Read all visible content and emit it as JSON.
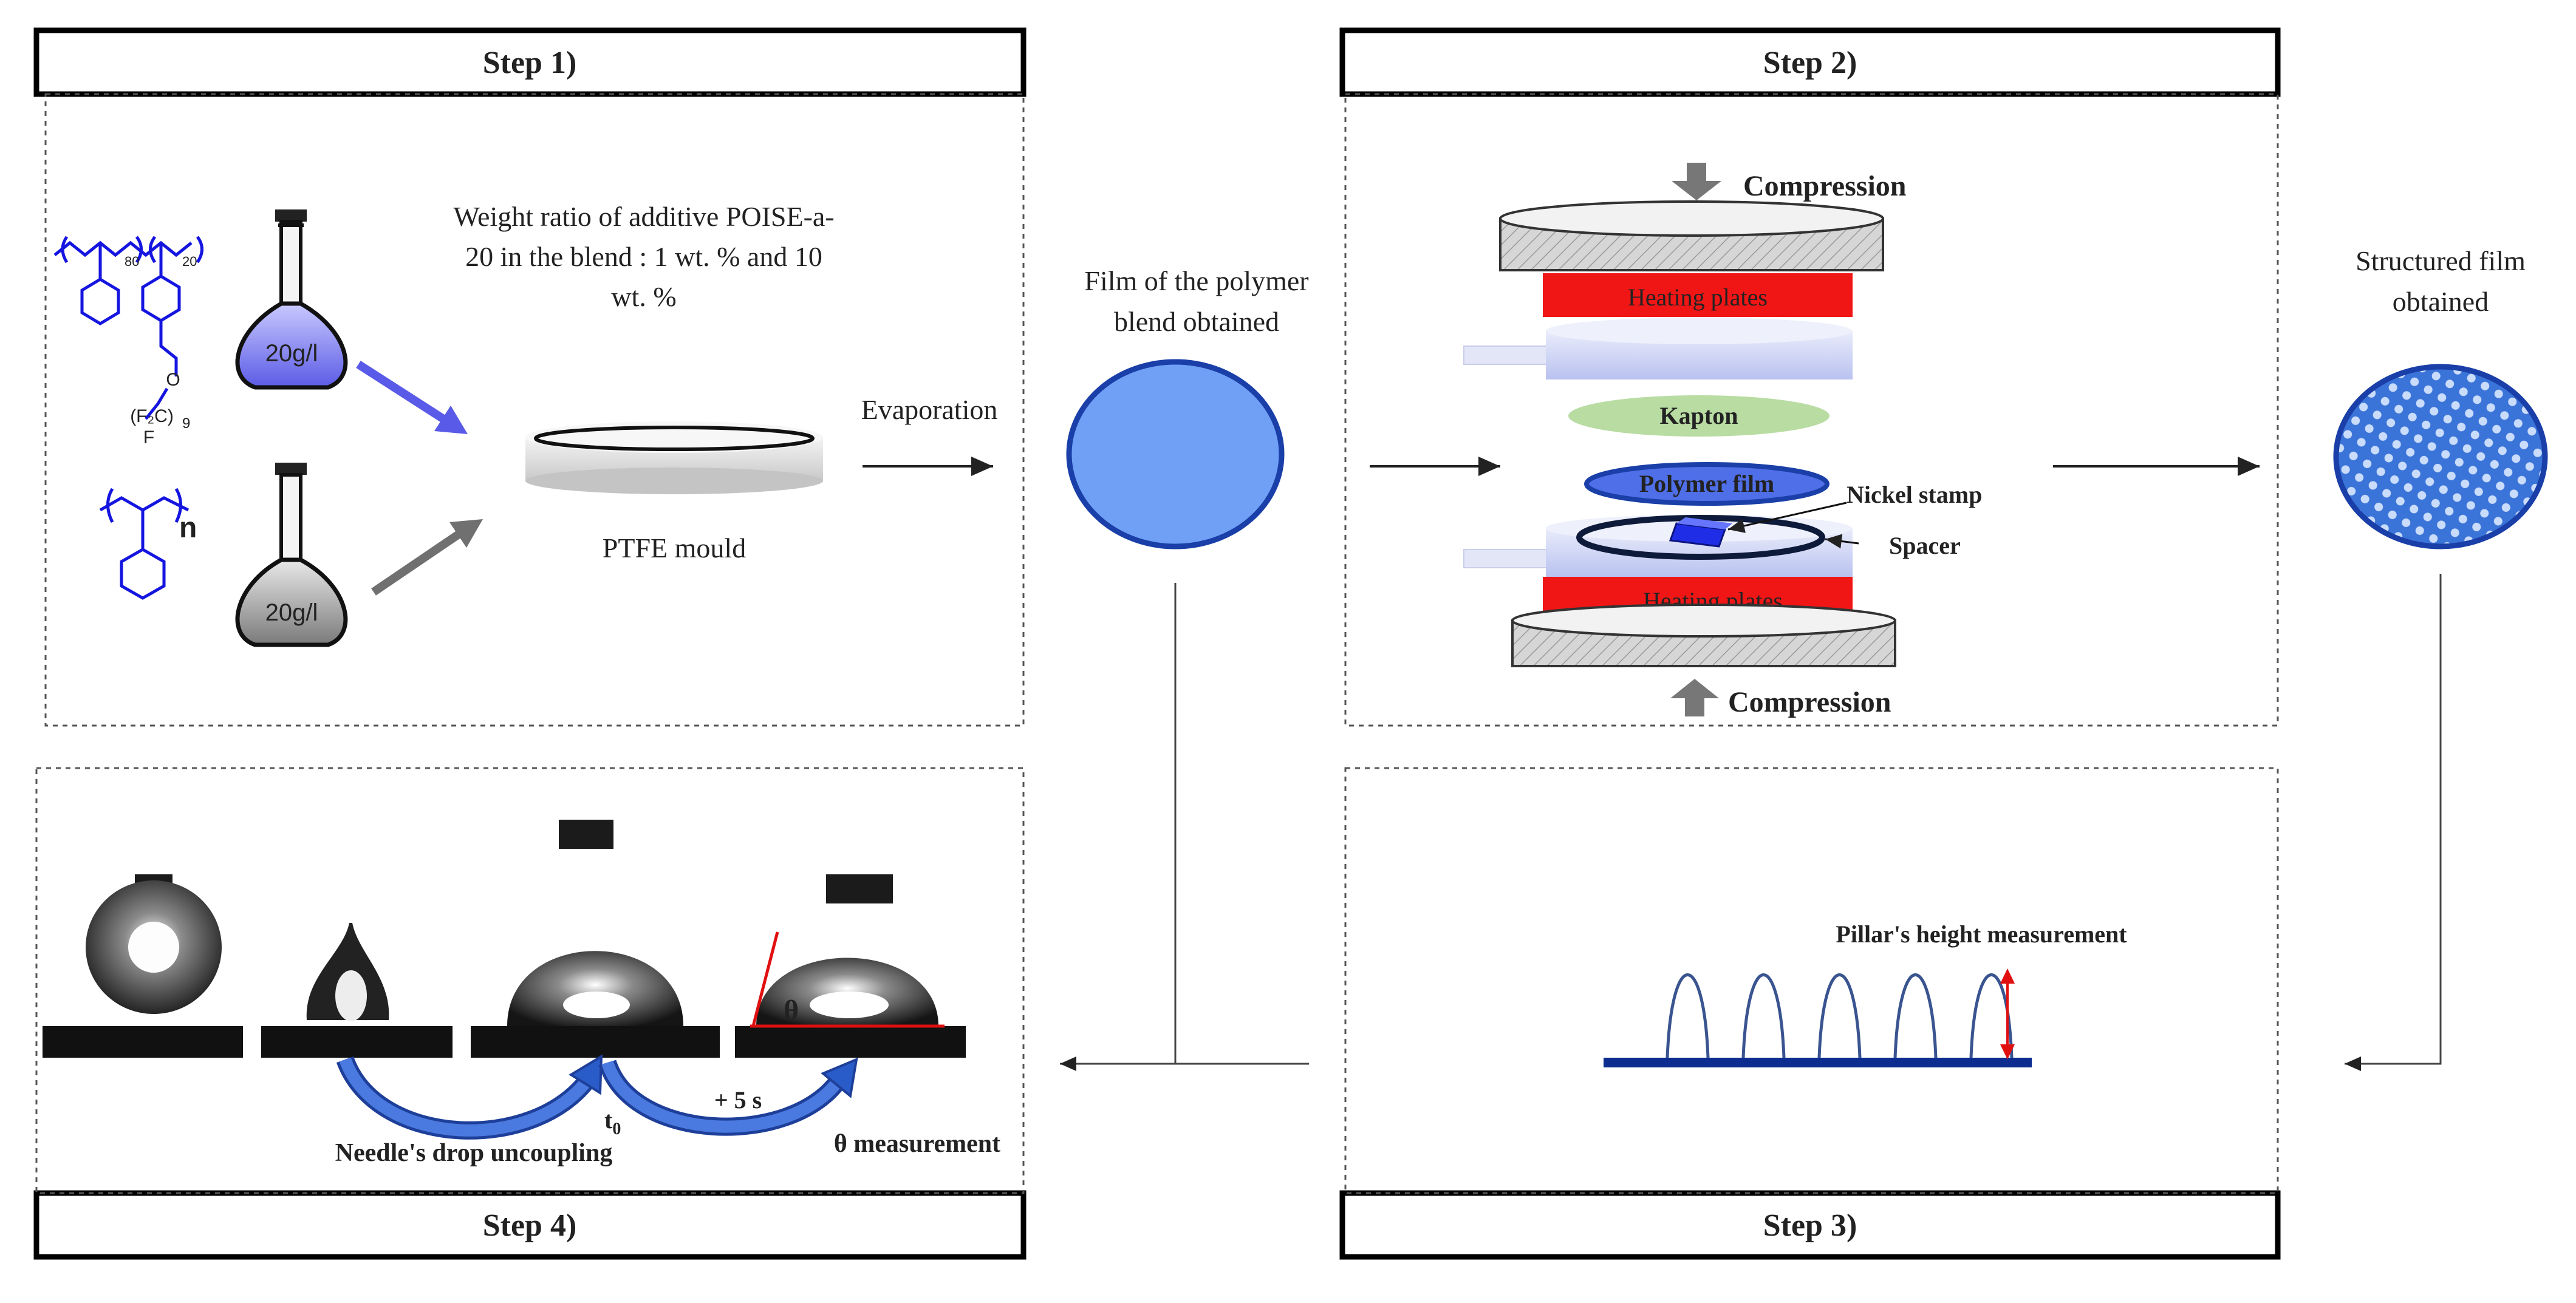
{
  "steps": {
    "step1": "Step 1)",
    "step2": "Step 2)",
    "step3": "Step 3)",
    "step4": "Step 4)"
  },
  "step1": {
    "ratio_line1": "Weight ratio of additive POISE-a-",
    "ratio_line2": "20 in the blend : 1 wt. % and 10",
    "ratio_line3": "wt. %",
    "flask1": "20g/l",
    "flask2": "20g/l",
    "mould": "PTFE mould",
    "evaporation": "Evaporation",
    "sub80": "80",
    "sub20": "20",
    "f2c": "(F₂C)",
    "sub9": "9",
    "f": "F",
    "n": "n"
  },
  "film": {
    "line1": "Film of the polymer",
    "line2": "blend obtained"
  },
  "step2": {
    "compression_top": "Compression",
    "compression_bottom": "Compression",
    "heating_top": "Heating plates",
    "heating_bottom": "Heating plates",
    "kapton": "Kapton",
    "polymer_film": "Polymer film",
    "nickel_stamp": "Nickel stamp",
    "spacer": "Spacer"
  },
  "structured": {
    "line1": "Structured film",
    "line2": "obtained"
  },
  "step3": {
    "pillar": "Pillar's height measurement"
  },
  "step4": {
    "needle": "Needle's drop uncoupling",
    "t0": "t",
    "t0_sub": "0",
    "plus5": "+ 5 s",
    "theta_measure": "θ measurement",
    "theta": "θ"
  },
  "colors": {
    "blue_polymer": "#1515e0",
    "green_chain": "#2e9b2e",
    "red_f": "#d01010",
    "film_fill": "#6fa0f5",
    "film_stroke": "#1a3fa8",
    "heating_red": "#f01616",
    "kapton_green": "#b9dca3",
    "compression_gray": "#777777",
    "curved_arrow": "#2a5cc9"
  }
}
